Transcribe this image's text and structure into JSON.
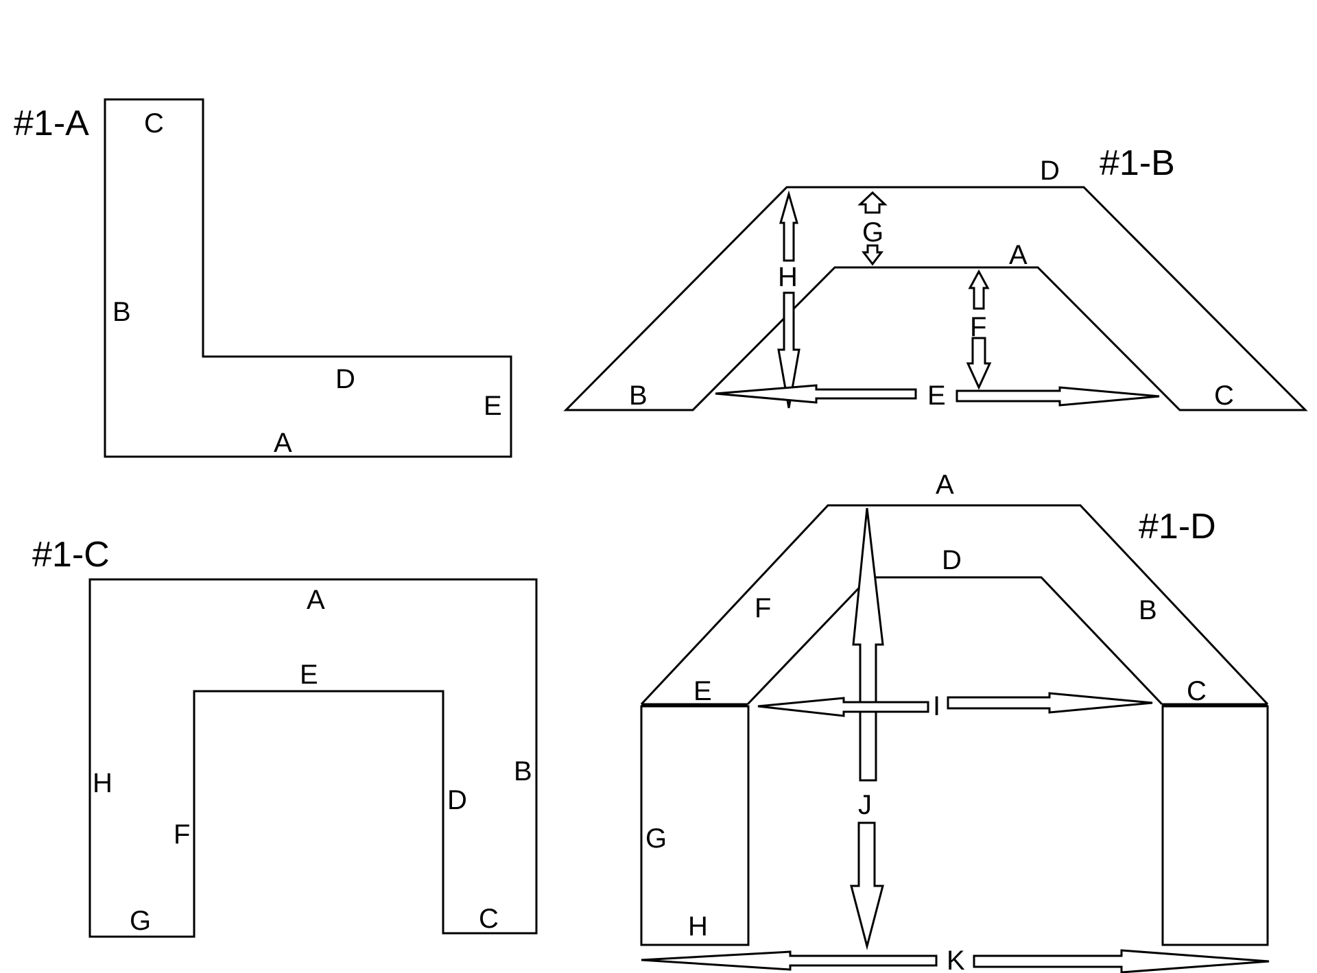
{
  "colors": {
    "stroke": "#000000",
    "background": "#ffffff"
  },
  "diagrams": {
    "d1a": {
      "title": "#1-A",
      "labels": {
        "a": "A",
        "b": "B",
        "c": "C",
        "d": "D",
        "e": "E"
      }
    },
    "d1b": {
      "title": "#1-B",
      "labels": {
        "a": "A",
        "b": "B",
        "c": "C",
        "d": "D",
        "e": "E",
        "f": "F",
        "g": "G",
        "h": "H"
      }
    },
    "d1c": {
      "title": "#1-C",
      "labels": {
        "a": "A",
        "b": "B",
        "c": "C",
        "d": "D",
        "e": "E",
        "f": "F",
        "g": "G",
        "h": "H"
      }
    },
    "d1d": {
      "title": "#1-D",
      "labels": {
        "a": "A",
        "b": "B",
        "c": "C",
        "d": "D",
        "e": "E",
        "f": "F",
        "g": "G",
        "h": "H",
        "i": "I",
        "j": "J",
        "k": "K"
      }
    }
  }
}
